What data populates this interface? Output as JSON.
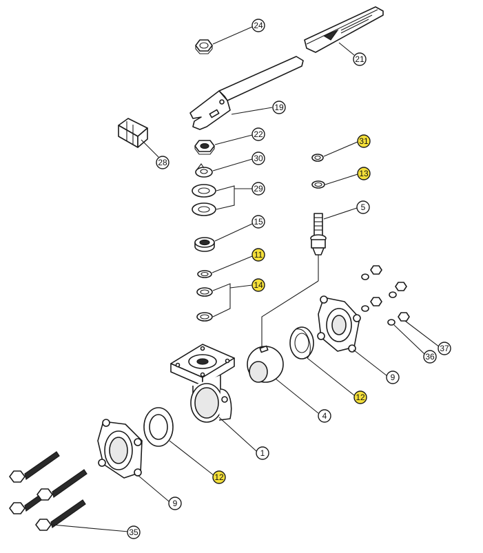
{
  "callouts": [
    {
      "id": "c24",
      "label": "24",
      "highlight": false
    },
    {
      "id": "c21",
      "label": "21",
      "highlight": false
    },
    {
      "id": "c19",
      "label": "19",
      "highlight": false
    },
    {
      "id": "c22",
      "label": "22",
      "highlight": false
    },
    {
      "id": "c28",
      "label": "28",
      "highlight": false
    },
    {
      "id": "c30",
      "label": "30",
      "highlight": false
    },
    {
      "id": "c31",
      "label": "31",
      "highlight": true
    },
    {
      "id": "c29",
      "label": "29",
      "highlight": false
    },
    {
      "id": "c13",
      "label": "13",
      "highlight": true
    },
    {
      "id": "c5",
      "label": "5",
      "highlight": false
    },
    {
      "id": "c15",
      "label": "15",
      "highlight": false
    },
    {
      "id": "c11",
      "label": "11",
      "highlight": true
    },
    {
      "id": "c14",
      "label": "14",
      "highlight": true
    },
    {
      "id": "c37",
      "label": "37",
      "highlight": false
    },
    {
      "id": "c36",
      "label": "36",
      "highlight": false
    },
    {
      "id": "c9a",
      "label": "9",
      "highlight": false
    },
    {
      "id": "c12a",
      "label": "12",
      "highlight": true
    },
    {
      "id": "c4",
      "label": "4",
      "highlight": false
    },
    {
      "id": "c1",
      "label": "1",
      "highlight": false
    },
    {
      "id": "c12b",
      "label": "12",
      "highlight": true
    },
    {
      "id": "c9b",
      "label": "9",
      "highlight": false
    },
    {
      "id": "c35",
      "label": "35",
      "highlight": false
    }
  ],
  "colors": {
    "highlight": "#f5e03a",
    "normal": "#ffffff",
    "line": "#1a1a1a"
  }
}
